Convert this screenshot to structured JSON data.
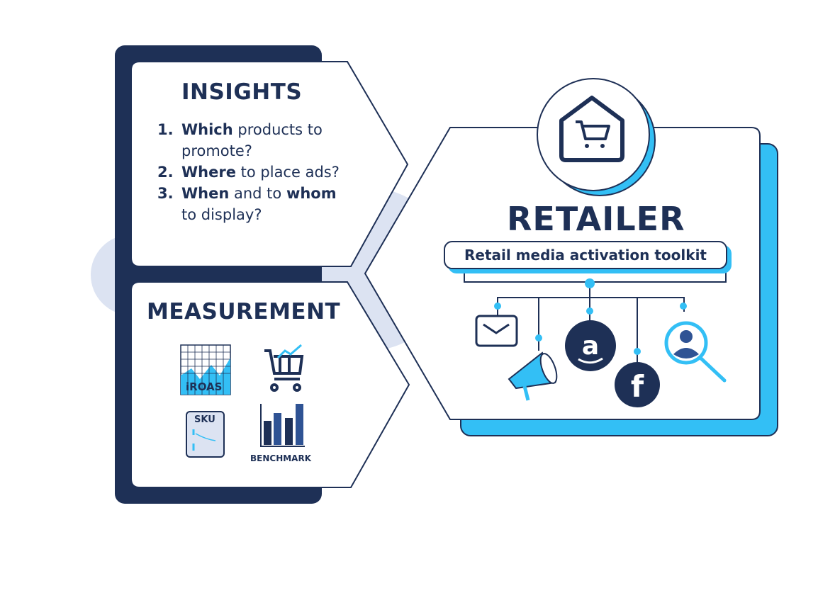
{
  "insights": {
    "title": "INSIGHTS",
    "items": [
      {
        "num": "1.",
        "bold": "Which",
        "rest": " products to promote?"
      },
      {
        "num": "2.",
        "bold": "Where",
        "rest": " to place ads?"
      },
      {
        "num": "3.",
        "bold": "When",
        "mid": " and to ",
        "bold2": "whom",
        "rest": " to display?"
      }
    ]
  },
  "measurement": {
    "title": "MEASUREMENT",
    "icons": [
      {
        "name": "iroas-chart-icon",
        "label": "iROAS"
      },
      {
        "name": "cart-growth-icon"
      },
      {
        "name": "sku-report-icon",
        "label": "SKU"
      },
      {
        "name": "benchmark-bar-chart-icon",
        "label": "BENCHMARK"
      }
    ]
  },
  "retailer": {
    "title": "RETAILER",
    "toolkit": "Retail media activation toolkit",
    "channels": [
      "email",
      "megaphone",
      "amazon",
      "facebook",
      "audience-search"
    ]
  },
  "colors": {
    "navy": "#1e3056",
    "accent": "#33bff5",
    "light": "#dce3f2"
  }
}
